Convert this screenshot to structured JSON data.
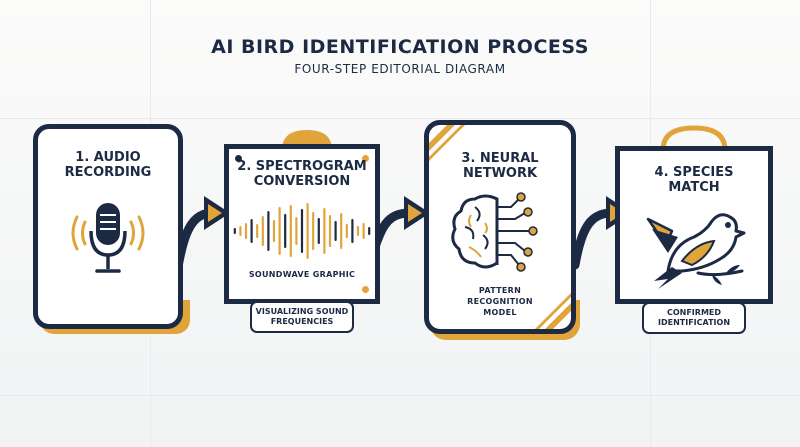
{
  "title": "AI BIRD IDENTIFICATION PROCESS",
  "subtitle": "FOUR-STEP EDITORIAL DIAGRAM",
  "colors": {
    "navy": "#1c2a44",
    "gold": "#e0a43a",
    "background": "#f4f5f6"
  },
  "steps": [
    {
      "title_line1": "1. AUDIO",
      "title_line2": "RECORDING",
      "icon": "microphone-icon"
    },
    {
      "title_line1": "2. SPECTROGRAM",
      "title_line2": "CONVERSION",
      "icon": "soundwave-icon",
      "note": "SOUNDWAVE GRAPHIC",
      "tag_line1": "VISUALIZING SOUND",
      "tag_line2": "FREQUENCIES"
    },
    {
      "title_line1": "3. NEURAL",
      "title_line2": "NETWORK",
      "icon": "brain-circuit-icon",
      "note_line1": "PATTERN",
      "note_line2": "RECOGNITION",
      "note_line3": "MODEL"
    },
    {
      "title_line1": "4. SPECIES",
      "title_line2": "MATCH",
      "icon": "bird-icon",
      "tag_line1": "CONFIRMED",
      "tag_line2": "IDENTIFICATION"
    }
  ]
}
